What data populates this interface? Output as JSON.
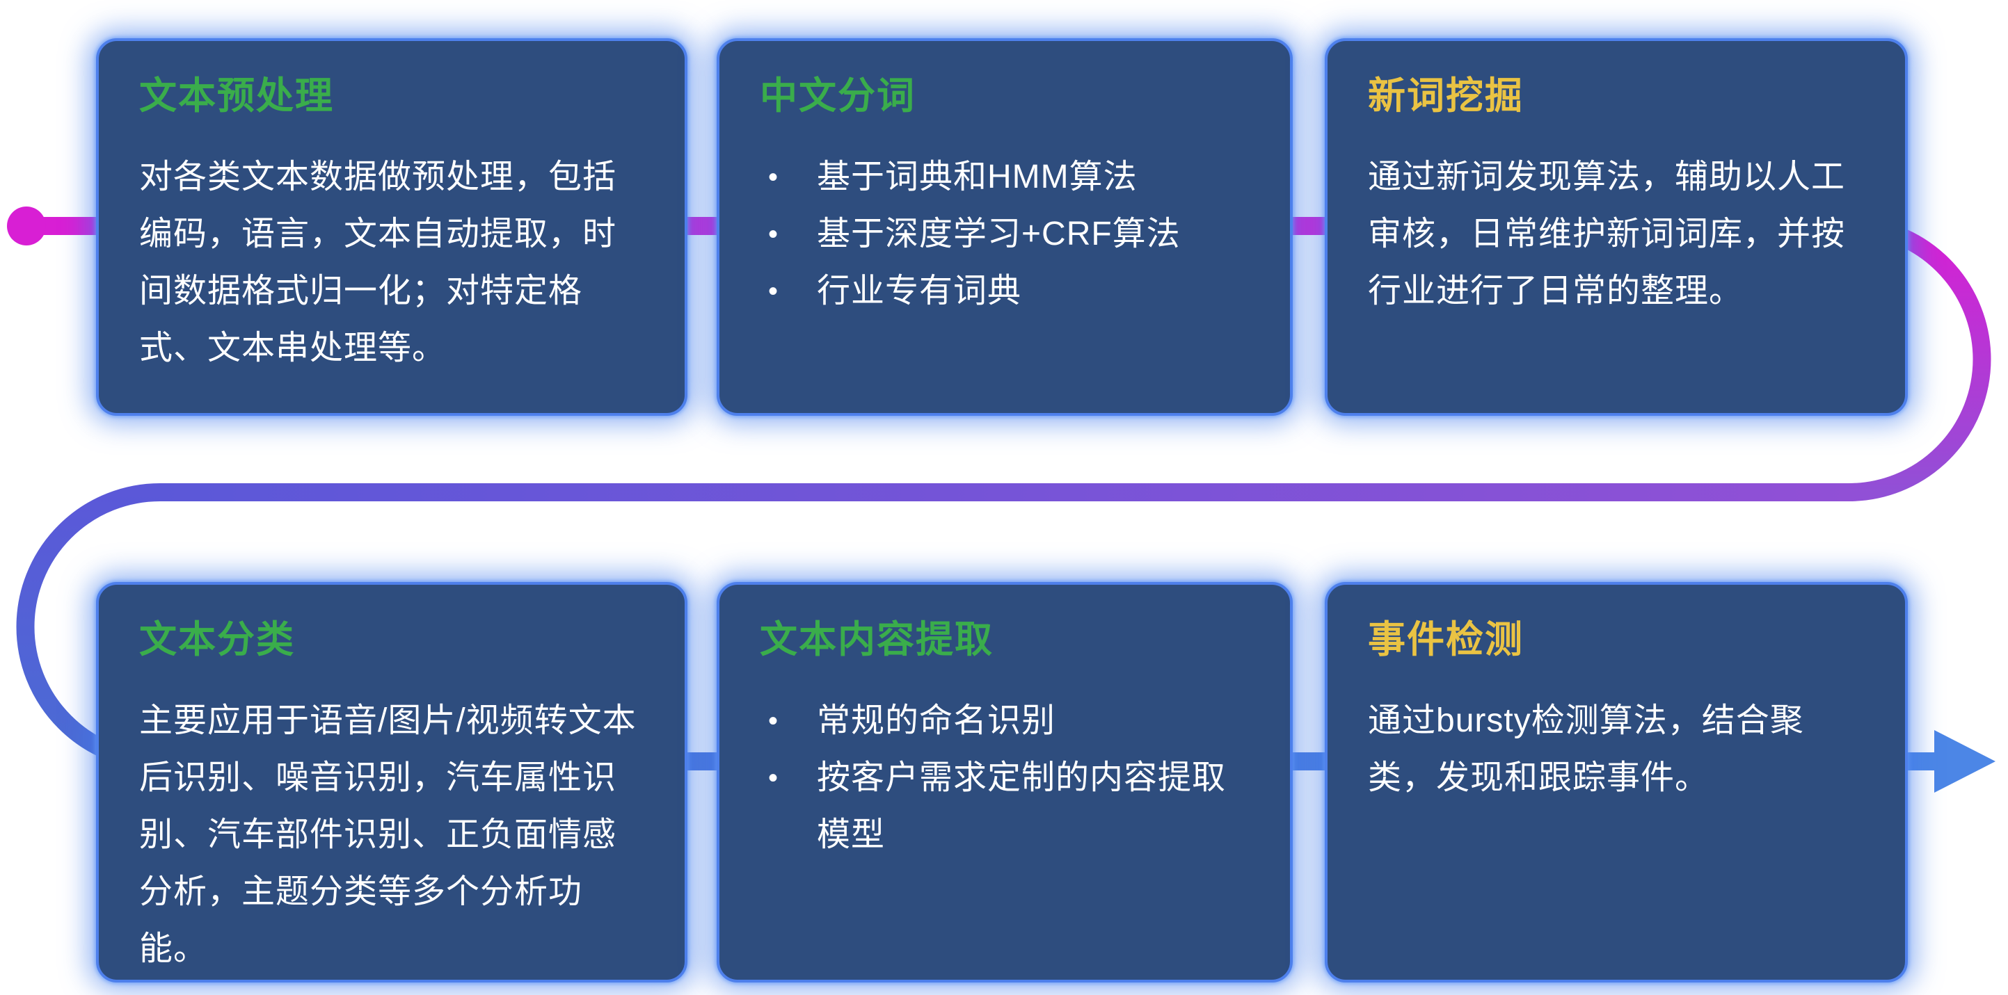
{
  "colors": {
    "page_bg": "#ffffff",
    "card_bg": "#2e4d7e",
    "card_border": "#4e80ec",
    "card_glow": "rgba(66,124,235,0.55)",
    "card_glow_inner": "rgba(120,170,255,0.7)",
    "title_green": "#3aad4b",
    "title_yellow": "#eac343",
    "body_text": "#ffffff",
    "line_magenta": "#d81fd4",
    "line_purple": "#9150d6",
    "line_indigo": "#5b58d8",
    "line_blue": "#4a6cd4",
    "arrow_blue": "#4c86e6"
  },
  "ui": {
    "bullet": "•"
  },
  "cards": [
    {
      "title": "文本预处理",
      "title_color": "green",
      "paragraph": "对各类文本数据做预处理，包括编码，语言，文本自动提取，时间数据格式归一化；对特定格式、文本串处理等。"
    },
    {
      "title": "中文分词",
      "title_color": "green",
      "bullets": [
        "基于词典和HMM算法",
        "基于深度学习+CRF算法",
        "行业专有词典"
      ]
    },
    {
      "title": "新词挖掘",
      "title_color": "yellow",
      "paragraph": "通过新词发现算法，辅助以人工审核，日常维护新词词库，并按行业进行了日常的整理。"
    },
    {
      "title": "文本分类",
      "title_color": "green",
      "paragraph": "主要应用于语音/图片/视频转文本后识别、噪音识别，汽车属性识别、汽车部件识别、正负面情感分析，主题分类等多个分析功能。"
    },
    {
      "title": "文本内容提取",
      "title_color": "green",
      "bullets": [
        "常规的命名识别",
        "按客户需求定制的内容提取模型"
      ]
    },
    {
      "title": "事件检测",
      "title_color": "yellow",
      "paragraph": "通过bursty检测算法，结合聚类，发现和跟踪事件。"
    }
  ]
}
